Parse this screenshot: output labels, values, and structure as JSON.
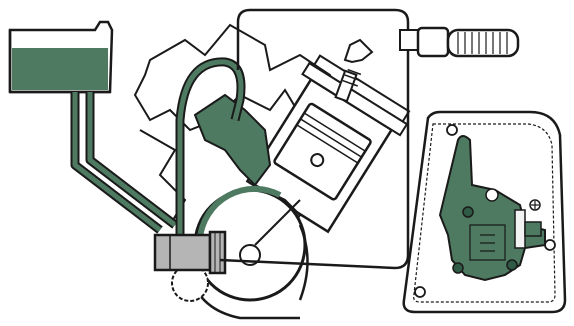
{
  "diagram": {
    "colors": {
      "oil_fill": "#4d7a60",
      "oil_dark": "#2f5a45",
      "outline": "#1a1a1a",
      "background": "#ffffff",
      "filter_fill": "#b5b5b5",
      "light_fill": "#f2f2f2"
    },
    "components": [
      {
        "name": "oil-tank",
        "visible_text": ""
      },
      {
        "name": "oil-feed-line",
        "visible_text": ""
      },
      {
        "name": "oil-pump",
        "visible_text": ""
      },
      {
        "name": "crankcase",
        "visible_text": ""
      },
      {
        "name": "crankshaft",
        "visible_text": ""
      },
      {
        "name": "piston",
        "visible_text": ""
      },
      {
        "name": "cylinder",
        "visible_text": ""
      },
      {
        "name": "spark-plug",
        "visible_text": ""
      },
      {
        "name": "throttle-cable",
        "visible_text": ""
      },
      {
        "name": "throttle-grip",
        "visible_text": ""
      },
      {
        "name": "pump-cover-inset",
        "visible_text": ""
      }
    ]
  }
}
